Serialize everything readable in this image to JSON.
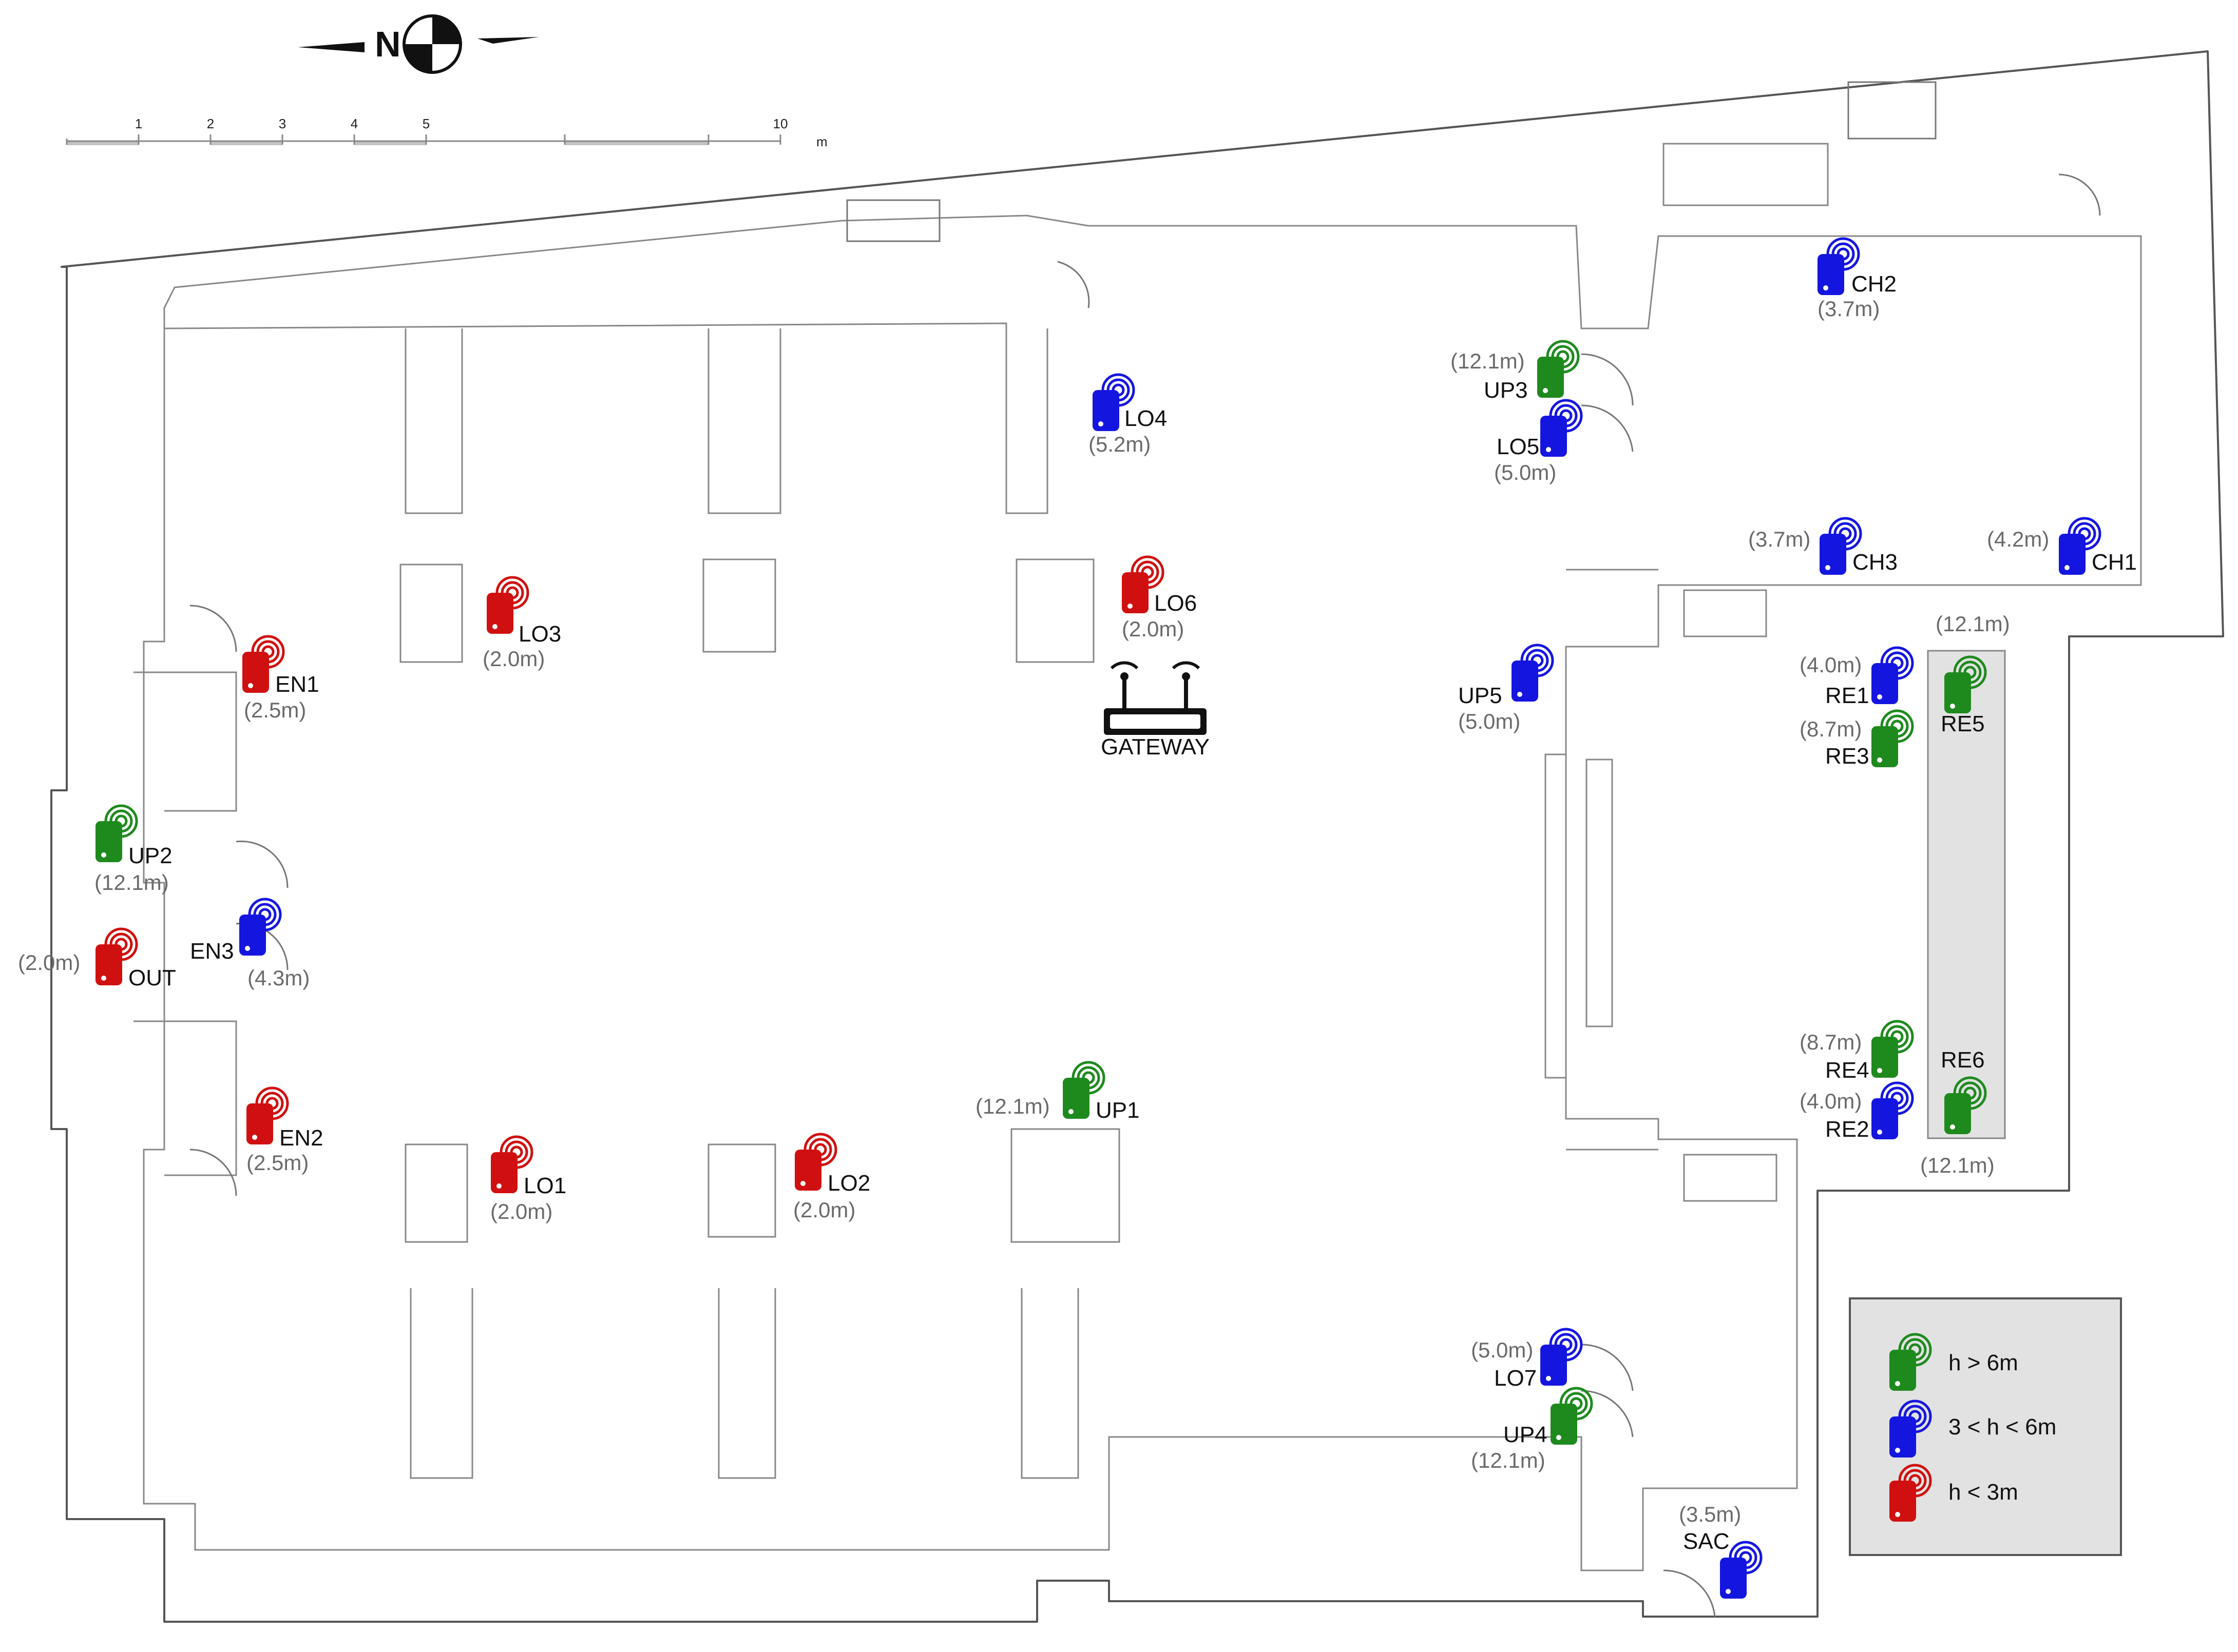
{
  "compass": {
    "label": "N"
  },
  "scale": {
    "ticks": [
      "1",
      "2",
      "3",
      "4",
      "5",
      "10"
    ],
    "unit": "m"
  },
  "gateway": {
    "label": "GATEWAY"
  },
  "colors": {
    "green": "#1e8a1e",
    "blue": "#1515e0",
    "red": "#d01010"
  },
  "legend": [
    {
      "color": "green",
      "text": "h > 6m"
    },
    {
      "color": "blue",
      "text": "3 < h < 6m"
    },
    {
      "color": "red",
      "text": "h < 3m"
    }
  ],
  "sensors": [
    {
      "id": "LO4",
      "color": "blue",
      "height": "(5.2m)"
    },
    {
      "id": "LO3",
      "color": "red",
      "height": "(2.0m)"
    },
    {
      "id": "LO6",
      "color": "red",
      "height": "(2.0m)"
    },
    {
      "id": "EN1",
      "color": "red",
      "height": "(2.5m)"
    },
    {
      "id": "UP2",
      "color": "green",
      "height": "(12.1m)"
    },
    {
      "id": "EN3",
      "color": "blue",
      "height": "(4.3m)"
    },
    {
      "id": "OUT",
      "color": "red",
      "height": "(2.0m)"
    },
    {
      "id": "EN2",
      "color": "red",
      "height": "(2.5m)"
    },
    {
      "id": "LO1",
      "color": "red",
      "height": "(2.0m)"
    },
    {
      "id": "LO2",
      "color": "red",
      "height": "(2.0m)"
    },
    {
      "id": "UP1",
      "color": "green",
      "height": "(12.1m)"
    },
    {
      "id": "UP3",
      "color": "green",
      "height": "(12.1m)"
    },
    {
      "id": "LO5",
      "color": "blue",
      "height": "(5.0m)"
    },
    {
      "id": "UP5",
      "color": "blue",
      "height": "(5.0m)"
    },
    {
      "id": "CH2",
      "color": "blue",
      "height": "(3.7m)"
    },
    {
      "id": "CH3",
      "color": "blue",
      "height": "(3.7m)"
    },
    {
      "id": "CH1",
      "color": "blue",
      "height": "(4.2m)"
    },
    {
      "id": "RE1",
      "color": "blue",
      "height": "(4.0m)"
    },
    {
      "id": "RE3",
      "color": "green",
      "height": "(8.7m)"
    },
    {
      "id": "RE5",
      "color": "green",
      "height": "(12.1m)"
    },
    {
      "id": "RE4",
      "color": "green",
      "height": "(8.7m)"
    },
    {
      "id": "RE2",
      "color": "blue",
      "height": "(4.0m)"
    },
    {
      "id": "RE6",
      "color": "green",
      "height": "(12.1m)"
    },
    {
      "id": "LO7",
      "color": "blue",
      "height": "(5.0m)"
    },
    {
      "id": "UP4",
      "color": "green",
      "height": "(12.1m)"
    },
    {
      "id": "SAC",
      "color": "blue",
      "height": "(3.5m)"
    }
  ]
}
